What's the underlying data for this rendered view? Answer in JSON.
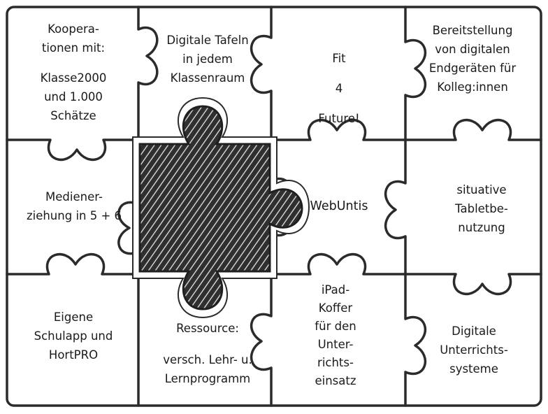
{
  "colors": {
    "outline": "#2b2b2b",
    "tile": "#ffffff",
    "center": "#2f2f2f",
    "text": "#1a1a1a"
  },
  "tiles": {
    "kooperation": {
      "lines": [
        "Koopera-",
        "tionen mit:",
        "Klasse2000",
        "und 1.000",
        "Schätze"
      ]
    },
    "tafeln": {
      "lines": [
        "Digitale Tafeln",
        "in jedem",
        "Klassenraum"
      ]
    },
    "fit": {
      "lines": [
        "Fit",
        "4",
        "Future!"
      ]
    },
    "bereitstellung": {
      "lines": [
        "Bereitstellung",
        "von digitalen",
        "Endgeräten für",
        "Kolleg:innen"
      ]
    },
    "medien": {
      "lines": [
        "Mediener-",
        "ziehung in 5 + 6"
      ]
    },
    "center": {
      "icon": "puzzle-piece-icon"
    },
    "webuntis": {
      "lines": [
        "WebUntis"
      ]
    },
    "tablet": {
      "lines": [
        "situative",
        "Tabletbe-",
        "nutzung"
      ]
    },
    "schulapp": {
      "lines": [
        "Eigene",
        "Schulapp und",
        "HortPRO"
      ]
    },
    "ressource": {
      "lines": [
        "Ressource:",
        "versch. Lehr- u.",
        "Lernprogramm"
      ]
    },
    "ipad": {
      "lines": [
        "iPad-",
        "Koffer",
        "für den",
        "Unter-",
        "richts-",
        "einsatz"
      ]
    },
    "systeme": {
      "lines": [
        "Digitale",
        "Unterrichts-",
        "systeme"
      ]
    }
  }
}
